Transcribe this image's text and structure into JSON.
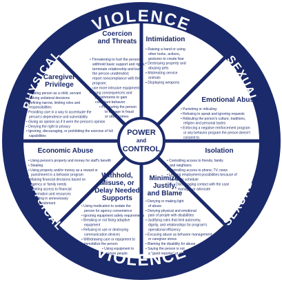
{
  "rim": {
    "top_left": "PHYSICAL",
    "top_center": "VIOLENCE",
    "top_right": "SEXUAL",
    "bottom_left": "PHYSICAL",
    "bottom_center": "VIOLENCE",
    "bottom_right": "SEXUAL"
  },
  "hub": {
    "line1": "POWER",
    "line2": "and",
    "line3": "CONTROL"
  },
  "colors": {
    "navy": "#1b2a6b",
    "white": "#ffffff"
  },
  "segments": [
    {
      "id": "coercion",
      "title": [
        "Coercion",
        "and Threats"
      ],
      "items": [
        "• Threatening to hurt the person;",
        "withhold basic support and rights;",
        "terminate relationship and leave",
        "the person unattended;",
        "report noncompliance with the",
        "program;",
        "use more intrusive equipment",
        "• Using consequences and",
        "punishments to gain",
        "compliant behavior",
        "• Pressuring the person",
        "to engage in fraud",
        "or other crimes"
      ]
    },
    {
      "id": "intimidation",
      "title": [
        "Intimidation"
      ],
      "items": [
        "• Raising a hand or using",
        "other looks, actions,",
        "gestures to create fear",
        "• Destroying property and",
        "abusing pets",
        "• Mistreating service",
        "animals",
        "• Displaying weapons"
      ]
    },
    {
      "id": "emotional",
      "title": [
        "Emotional Abuse"
      ],
      "items": [
        "• Punishing or ridiculing",
        "• Refusing to speak and ignoring requests",
        "• Ridiculing the person's culture, traditions,",
        "religion and personal tastes",
        "• Enforcing a negative reinforcement program",
        "or any behavior program the person doesn't",
        "consent to"
      ]
    },
    {
      "id": "isolation",
      "title": [
        "Isolation"
      ],
      "items": [
        "• Controlling access to friends, family",
        "and neighbors",
        "• Controlling access to phone, TV, news",
        "• Limiting employment possibilities because of",
        "caregiver schedule",
        "• Discouraging contact with the case",
        "manager or advocate"
      ]
    },
    {
      "id": "minimize",
      "title": [
        "Minimize,",
        "Justify,",
        "and Blame"
      ],
      "items": [
        "• Denying or making light",
        "of abuse",
        "• Denying physical and emotional",
        "pain of people with disabilities",
        "• Justifying rules that limit autonomy,",
        "dignity, and relationships for program's",
        "operational efficiency",
        "• Excusing abuse as behavior management",
        "or caregiver stress",
        "• Blaming the disability for abuse",
        "• Saying the person is not",
        "a \"good reporter\" of abuse"
      ]
    },
    {
      "id": "withhold",
      "title": [
        "Withhold,",
        "Misuse, or",
        "Delay Needed",
        "Supports"
      ],
      "items": [
        "• Using medication to sedate the",
        "person for agency convenience",
        "• Ignoring equipment safety requirements",
        "• Breaking or not fixing adaptive",
        "equipment",
        "• Refusing to use or destroying",
        "communication devices",
        "• Withdrawing care or equipment to",
        "immobilize the person",
        "• Using equipment to",
        "torture people"
      ]
    },
    {
      "id": "economic",
      "title": [
        "Economic Abuse"
      ],
      "items": [
        "• Using person's property and money for staff's benefit",
        "• Stealing",
        "• Using property and/or money as a reward or",
        "punishment in a behavior program",
        "• Making financial decisions based on",
        "agency or family needs",
        "• Limiting access to financial",
        "information and resources",
        "resulting in unnecessary",
        "impoverishment"
      ]
    },
    {
      "id": "caregiver",
      "title": [
        "Caregiver",
        "Privilege"
      ],
      "items": [
        "• Treating person as a child, servant",
        "• Making unilateral decisions",
        "• Defining narrow, limiting roles and",
        "responsibilities",
        "• Providing care in a way to accentuate the",
        "person's dependence and vulnerability",
        "• Giving an opinion as if it were the person's opinion",
        "• Denying the right to privacy",
        "• Ignoring, discouraging, or prohibiting the exercise of full",
        "capabilities"
      ]
    }
  ]
}
